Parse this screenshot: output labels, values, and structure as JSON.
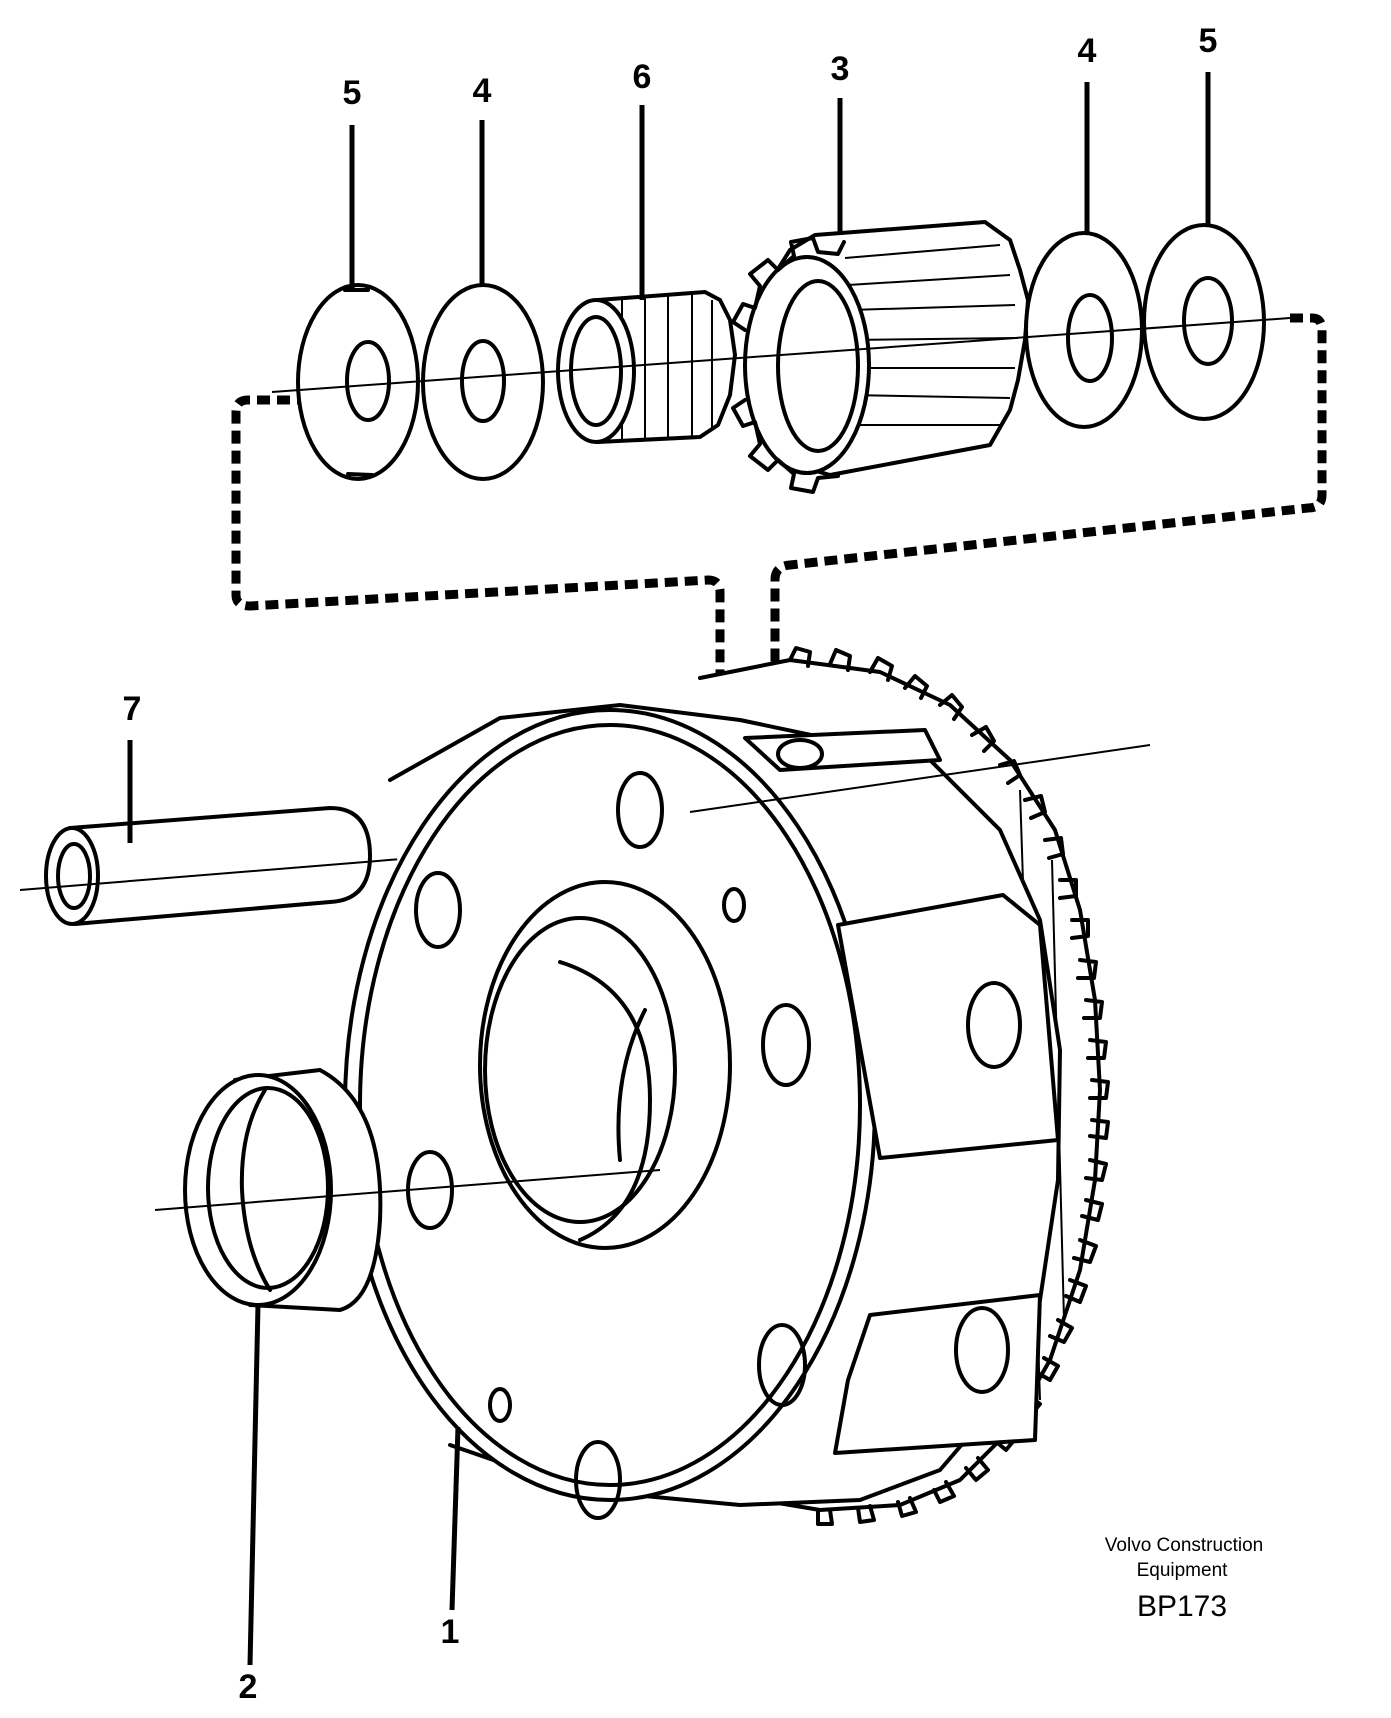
{
  "callouts": {
    "washer_left_outer": "5",
    "washer_left_inner": "4",
    "bearing": "6",
    "planet_gear": "3",
    "washer_right_inner": "4",
    "washer_right_outer": "5",
    "shaft": "7",
    "carrier": "1",
    "ring": "2"
  },
  "credit": {
    "line1": "Volvo Construction",
    "line2": "Equipment",
    "code": "BP173"
  }
}
